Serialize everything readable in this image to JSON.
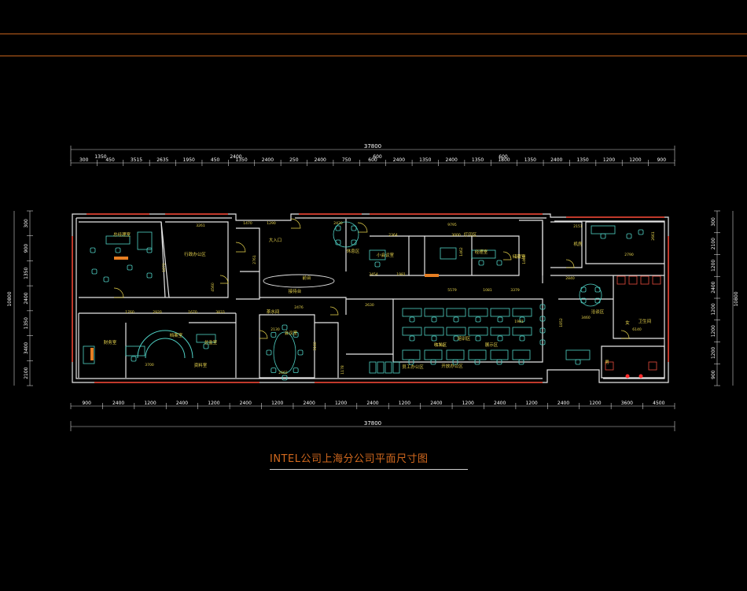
{
  "title": "INTEL公司上海分公司平面尺寸图",
  "colors": {
    "background": "#000000",
    "wall": "#e6e6e6",
    "dimension": "#cfcfcf",
    "dim_text": "#ffffff",
    "label": "#e8d44d",
    "furniture": "#4fd1c5",
    "window": "#c0392b",
    "title": "#d2691e",
    "frame": "#d2691e"
  },
  "overall": {
    "top": "37800",
    "bottom": "37800",
    "left": "10800",
    "right": "10800"
  },
  "top_row1": [
    "300",
    "450",
    "3515",
    "2635",
    "1950",
    "450",
    "1350",
    "2400",
    "250",
    "2400",
    "750",
    "600",
    "2400",
    "1350",
    "2400",
    "1350",
    "1800",
    "1350",
    "2400",
    "1350",
    "1200",
    "1200",
    "900"
  ],
  "top_row2": [
    "1350",
    "2400",
    "600",
    "600"
  ],
  "bottom_row": [
    "900",
    "2400",
    "1200",
    "2400",
    "1200",
    "2400",
    "1200",
    "2400",
    "1200",
    "2400",
    "1200",
    "2400",
    "1200",
    "2400",
    "1200",
    "2400",
    "1200",
    "3600",
    "4500"
  ],
  "left_dims": [
    "300",
    "900",
    "1350",
    "2400",
    "1350",
    "3400",
    "2100"
  ],
  "right_dims": [
    "300",
    "2100",
    "1200",
    "2400",
    "1200",
    "1200",
    "1200",
    "900"
  ],
  "room_labels": [
    "总经理室",
    "行政办公区",
    "大入口",
    "接待台",
    "前台",
    "茶水间",
    "会议室",
    "财务室",
    "档案室",
    "资料室",
    "休息区",
    "总监室",
    "开放办公区",
    "经理室",
    "洽谈区",
    "储藏室",
    "机房",
    "卫生间",
    "男",
    "女",
    "收发区",
    "打印区",
    "员工办公区",
    "培训区",
    "展示区",
    "小会议室"
  ]
}
